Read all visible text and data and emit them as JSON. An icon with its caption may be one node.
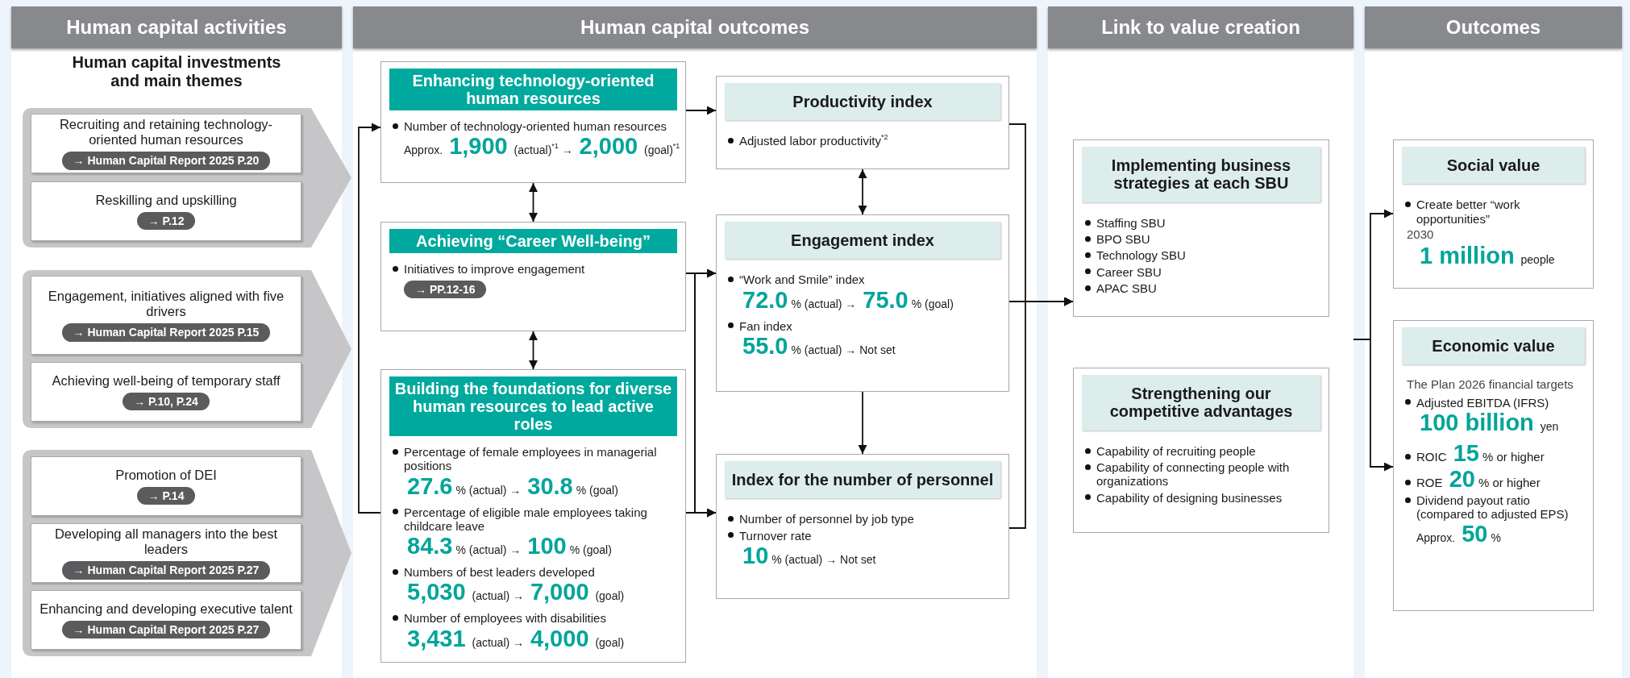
{
  "diagram": {
    "nodes": [
      {
        "text": [
          "Human capital activities",
          "Human capital investments and main themes"
        ]
      },
      {
        "text": [],
        "shape": "chevron",
        "in": 0
      },
      {
        "text": [
          "Recruiting and retaining technology-oriented human resources",
          "→ Human Capital Report 2025 P.20"
        ],
        "in": 1
      },
      {
        "text": [
          "Reskilling and upskilling",
          "→ P.12"
        ],
        "in": 1
      },
      {
        "text": [],
        "shape": "chevron",
        "in": 0
      },
      {
        "text": [
          "Engagement, initiatives aligned with five drivers",
          "→ Human Capital Report 2025 P.15"
        ],
        "in": 4
      },
      {
        "text": [
          "Achieving well-being of temporary staff",
          "→ P.10, P.24"
        ],
        "in": 4
      },
      {
        "text": [],
        "shape": "chevron",
        "in": 0
      },
      {
        "text": [
          "Promotion of DEI",
          "→ P.14"
        ],
        "in": 7
      },
      {
        "text": [
          "Developing all managers into the best leaders",
          "→ Human Capital Report 2025 P.27"
        ],
        "in": 7
      },
      {
        "text": [
          "Enhancing and developing executive talent",
          "→ Human Capital Report 2025 P.27"
        ],
        "in": 7
      },
      {
        "text": [
          "Human capital outcomes"
        ]
      },
      {
        "text": [
          "Enhancing technology-oriented human resources",
          "Number of technology-oriented human resources",
          "Approx. **1,900** (actual)$^{*1}$ → **2,000** (goal)$^{*1}$"
        ],
        "in": 11
      },
      {
        "text": [
          "Achieving “Career Well-being”",
          "Initiatives to improve engagement",
          "→ PP.12-16"
        ],
        "in": 11
      },
      {
        "text": [
          "Building the foundations for diverse human resources to lead active roles",
          "Percentage of female employees in managerial positions",
          "**27.6**% (actual) → **30.8**% (goal)",
          "Percentage of eligible male employees taking childcare leave",
          "**84.3**% (actual) → **100**% (goal)",
          "Numbers of best leaders developed",
          "**5,030** (actual) → **7,000** (goal)",
          "Number of employees with disabilities",
          "**3,431** (actual) → **4,000** (goal)"
        ],
        "in": 11
      },
      {
        "text": [
          "Productivity index",
          "Adjusted labor productivity$^{*2}$"
        ],
        "in": 11
      },
      {
        "text": [
          "Engagement index",
          "“Work and Smile” index",
          "**72.0**% (actual) → **75.0**% (goal)",
          "Fan index",
          "**55.0**% (actual) → Not set"
        ],
        "in": 11
      },
      {
        "text": [
          "Index for the number of personnel",
          "Number of personnel by job type",
          "Turnover rate",
          "**10**% (actual) → Not set"
        ],
        "in": 11
      },
      {
        "text": [
          "Link to value creation"
        ]
      },
      {
        "text": [
          "Implementing business strategies at each SBU",
          "Staffing SBU",
          "BPO SBU",
          "Technology SBU",
          "Career SBU",
          "APAC SBU"
        ],
        "in": 18
      },
      {
        "text": [
          "Strengthening our competitive advantages",
          "Capability of recruiting people",
          "Capability of connecting people with organizations",
          "Capability of designing businesses"
        ],
        "in": 18
      },
      {
        "text": [
          "Outcomes"
        ]
      },
      {
        "text": [
          "Social value",
          "Create better “work opportunities”",
          "2030",
          "**1 million** people"
        ],
        "in": 21
      },
      {
        "text": [
          "Economic value",
          "The Plan 2026 financial targets",
          "Adjusted EBITDA (IFRS)",
          "**100 billion** yen",
          "ROIC **15**% or higher",
          "ROE **20**% or higher",
          "Dividend payout ratio (compared to adjusted EPS)",
          "Approx. **50**%"
        ],
        "in": 21
      }
    ],
    "edges": [
      {
        "from": 14,
        "to": 12,
        "arrow": "to"
      },
      {
        "from": 12,
        "to": 13,
        "arrow": "both"
      },
      {
        "from": 13,
        "to": 14,
        "arrow": "both"
      },
      {
        "from": 12,
        "to": 15,
        "arrow": "to"
      },
      {
        "from": 13,
        "to": 16,
        "arrow": "to"
      },
      {
        "from": 13,
        "to": 17,
        "arrow": "to"
      },
      {
        "from": 14,
        "to": 16,
        "arrow": "to"
      },
      {
        "from": 14,
        "to": 17,
        "arrow": "to"
      },
      {
        "from": 15,
        "to": 16,
        "arrow": "both"
      },
      {
        "from": 16,
        "to": 17,
        "arrow": "to"
      },
      {
        "from": 15,
        "to": 19,
        "arrow": "to"
      },
      {
        "from": 16,
        "to": 19,
        "arrow": "to"
      },
      {
        "from": 17,
        "to": 19,
        "arrow": "to"
      },
      {
        "from": 18,
        "to": 22,
        "arrow": "to"
      },
      {
        "from": 18,
        "to": 23,
        "arrow": "to"
      }
    ]
  }
}
